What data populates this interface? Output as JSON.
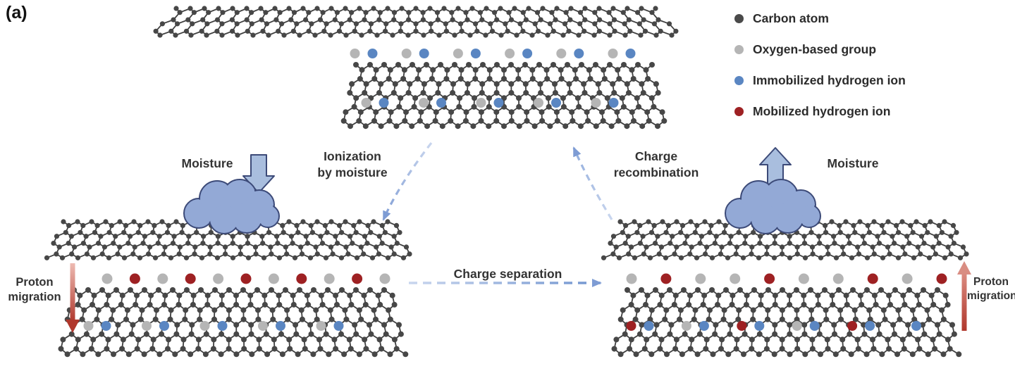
{
  "panel_label": "(a)",
  "legend": {
    "items": [
      {
        "name": "carbon",
        "label": "Carbon atom",
        "color": "#4a4a4a"
      },
      {
        "name": "oxygen",
        "label": "Oxygen-based group",
        "color": "#b5b5b5"
      },
      {
        "name": "immobilized",
        "label": "Immobilized hydrogen ion",
        "color": "#5a86c2"
      },
      {
        "name": "mobilized",
        "label": "Mobilized hydrogen ion",
        "color": "#9e2123"
      }
    ]
  },
  "labels": {
    "moisture_left": "Moisture",
    "moisture_right": "Moisture",
    "ionization": "Ionization\nby moisture",
    "charge_separation": "Charge separation",
    "charge_recombination": "Charge\nrecombination",
    "proton_left": "Proton\nmigration",
    "proton_right": "Proton\nmigration"
  },
  "colors": {
    "carbon": "#474747",
    "bond": "#3f3f3f",
    "oxygen": "#b5b5b5",
    "immobilized": "#5a86c2",
    "mobilized": "#9e2123",
    "cloud_fill": "#93a9d6",
    "cloud_stroke": "#3c4a78",
    "arrow_blue": "#7e9cd4",
    "proton_arrow_red": "#b0372c",
    "text": "#333333"
  },
  "ions": {
    "top_gap": [
      [
        "oxygen",
        "immobilized"
      ],
      [
        "oxygen",
        "immobilized"
      ],
      [
        "oxygen",
        "immobilized"
      ],
      [
        "oxygen",
        "immobilized"
      ],
      [
        "oxygen",
        "immobilized"
      ],
      [
        "oxygen",
        "immobilized"
      ]
    ],
    "top_sheet": [
      [
        "oxygen",
        "immobilized"
      ],
      [
        "oxygen",
        "immobilized"
      ],
      [
        "oxygen",
        "immobilized"
      ],
      [
        "oxygen",
        "immobilized"
      ],
      [
        "oxygen",
        "immobilized"
      ]
    ],
    "left_gap": [
      [
        "oxygen"
      ],
      [
        "mobilized"
      ],
      [
        "oxygen"
      ],
      [
        "mobilized"
      ],
      [
        "oxygen"
      ],
      [
        "mobilized"
      ],
      [
        "oxygen"
      ],
      [
        "mobilized"
      ],
      [
        "oxygen"
      ],
      [
        "mobilized"
      ],
      [
        "oxygen"
      ]
    ],
    "left_sheet": [
      [
        "oxygen",
        "immobilized"
      ],
      [
        "oxygen",
        "immobilized"
      ],
      [
        "oxygen",
        "immobilized"
      ],
      [
        "oxygen",
        "immobilized"
      ],
      [
        "oxygen",
        "immobilized"
      ]
    ],
    "right_gap": [
      [
        "oxygen"
      ],
      [
        "mobilized"
      ],
      [
        "oxygen"
      ],
      [
        "oxygen"
      ],
      [
        "mobilized"
      ],
      [
        "oxygen"
      ],
      [
        "oxygen"
      ],
      [
        "mobilized"
      ],
      [
        "oxygen"
      ],
      [
        "mobilized"
      ]
    ],
    "right_sheet": [
      [
        "mobilized",
        "immobilized"
      ],
      [
        "oxygen",
        "immobilized"
      ],
      [
        "mobilized",
        "immobilized"
      ],
      [
        "oxygen",
        "immobilized"
      ],
      [
        "mobilized",
        "immobilized"
      ],
      [
        "immobilized"
      ]
    ]
  }
}
